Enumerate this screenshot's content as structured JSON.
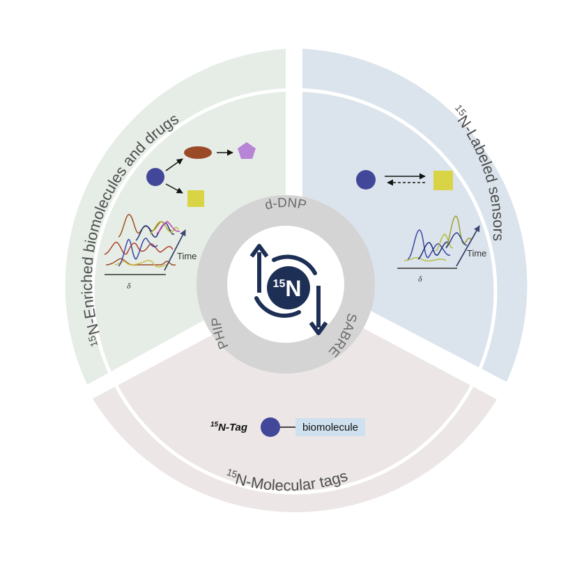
{
  "center": {
    "isotope_mass": "15",
    "element": "N",
    "methods": [
      "d-DNP",
      "SABRE",
      "PHIP"
    ]
  },
  "sectors": {
    "enriched": {
      "title_super": "15",
      "title_text": "N-Enriched biomolecules and drugs",
      "plot_axis_label": "δ",
      "plot_time_label": "Time",
      "bg_color": "#e5ede6"
    },
    "sensors": {
      "title_super": "15",
      "title_text": "N-Labeled sensors",
      "plot_axis_label": "δ",
      "plot_time_label": "Time",
      "bg_color": "#dbe4ec"
    },
    "tags": {
      "title_super": "15",
      "title_text": "N-Molecular tags",
      "tag_super": "15",
      "tag_text": "N-Tag",
      "biomolecule_label": "biomolecule",
      "bg_color": "#ece6e6"
    }
  },
  "colors": {
    "navy": "#1e2f55",
    "indigo": "#43479a",
    "brown": "#9b4a28",
    "violet": "#b784d6",
    "yellow": "#d8d446",
    "ring": "#d4d4d4",
    "biomolecule_box": "#cfe0ee"
  }
}
